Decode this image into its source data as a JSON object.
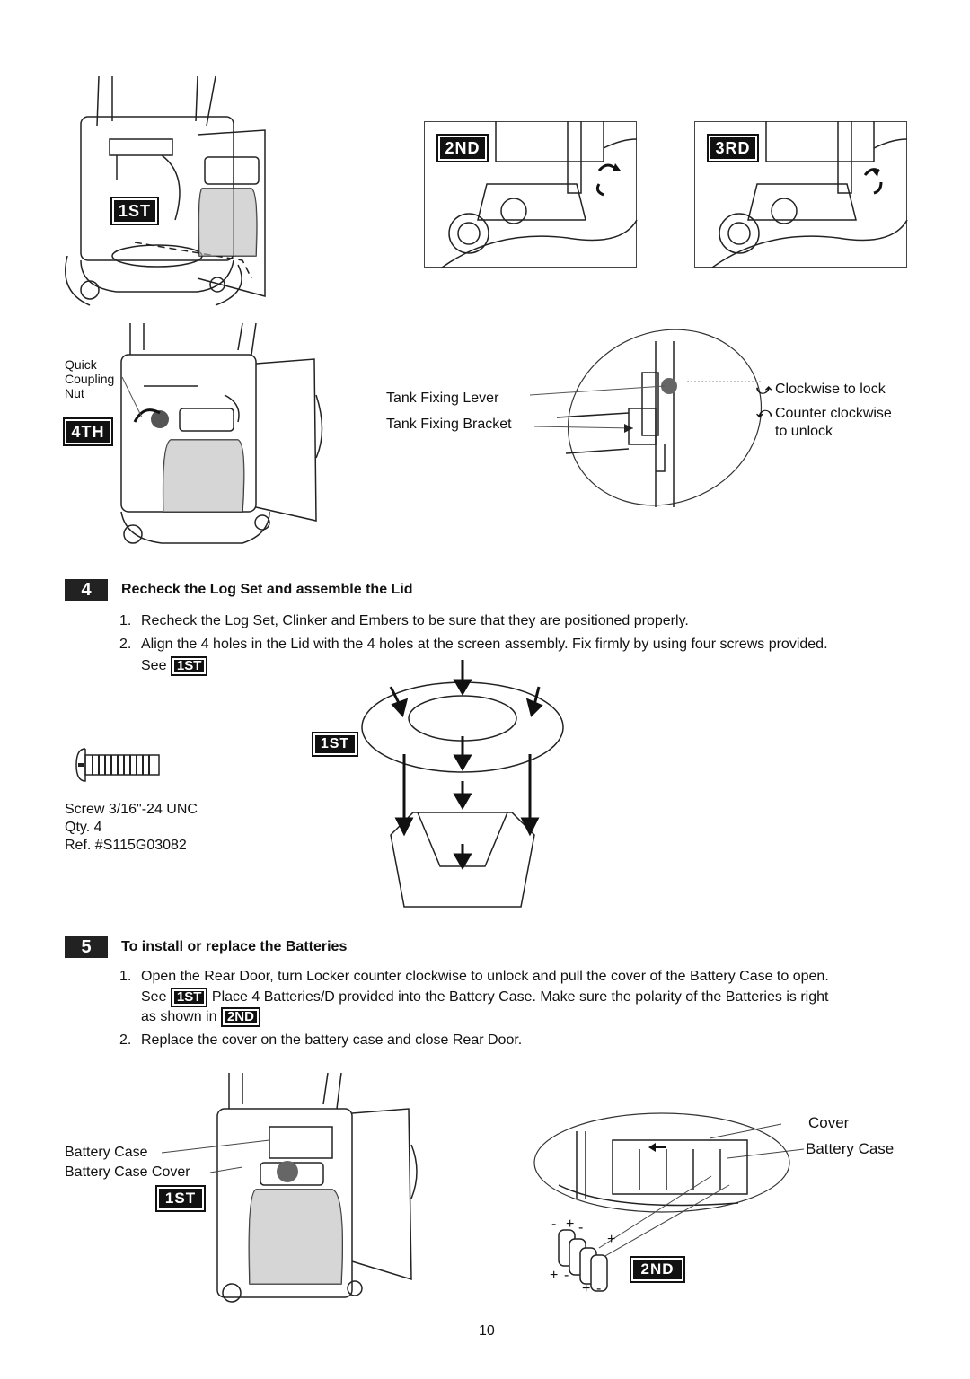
{
  "badges": {
    "first": "1ST",
    "second": "2ND",
    "third": "3RD",
    "fourth": "4TH"
  },
  "top_labels": {
    "quick_coupling_nut": [
      "Quick",
      "Coupling",
      "Nut"
    ],
    "tank_fixing_lever": "Tank Fixing Lever",
    "tank_fixing_bracket": "Tank Fixing Bracket",
    "clockwise_lock": "Clockwise to lock",
    "counter_clockwise_1": "Counter clockwise",
    "counter_clockwise_2": "to unlock"
  },
  "step4": {
    "number": "4",
    "title": "Recheck the Log Set and assemble the Lid",
    "item1_num": "1.",
    "item1": "Recheck the Log Set, Clinker and Embers to be sure that they are positioned properly.",
    "item2_num": "2.",
    "item2": "Align the 4 holes in the Lid with the 4 holes at the screen assembly. Fix firmly by using four screws provided.",
    "item2_see": "See",
    "screw_line1": "Screw 3/16\"-24 UNC",
    "screw_line2": "Qty. 4",
    "screw_line3": "Ref. #S115G03082"
  },
  "step5": {
    "number": "5",
    "title": "To install or replace the Batteries",
    "item1_num": "1.",
    "item1_a": "Open the Rear Door,  turn Locker counter clockwise to unlock and pull the cover of the Battery Case to open.",
    "item1_b_see": "See",
    "item1_b": "Place 4 Batteries/D provided into the Battery Case. Make sure the polarity of the Batteries is right",
    "item1_c": "as shown in",
    "item2_num": "2.",
    "item2": "Replace the cover on the battery case and close Rear Door.",
    "battery_case": "Battery Case",
    "battery_case_cover": "Battery Case Cover",
    "cover": "Cover",
    "battery_case_right": "Battery Case"
  },
  "page_number": "10"
}
